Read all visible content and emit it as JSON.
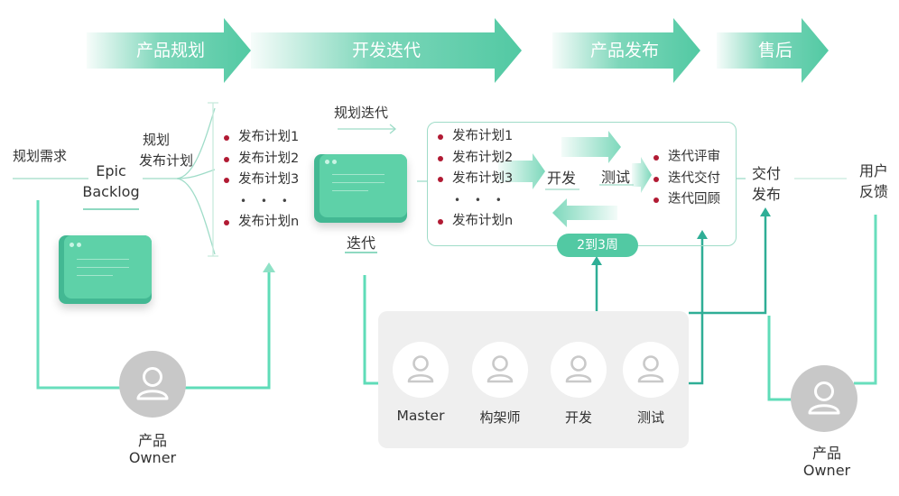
{
  "stages": [
    "产品规划",
    "开发迭代",
    "产品发布",
    "售后"
  ],
  "left": {
    "planning_requirement": "规划需求",
    "epic_line1": "Epic",
    "epic_line2": "Backlog",
    "planning_line1": "规划",
    "planning_line2": "发布计划"
  },
  "release_plans": [
    "发布计划1",
    "发布计划2",
    "发布计划3",
    "• • •",
    "发布计划n"
  ],
  "iteration_planning_label": "规划迭代",
  "iteration_label": "迭代",
  "inner_plans": [
    "发布计划1",
    "发布计划2",
    "发布计划3",
    "• • •",
    "发布计划n"
  ],
  "develop_label": "开发",
  "test_label": "测试",
  "review_items": [
    "迭代评审",
    "迭代交付",
    "迭代回顾"
  ],
  "duration_label": "2到3周",
  "delivery": {
    "line1": "交付",
    "line2": "发布"
  },
  "feedback": {
    "line1": "用户",
    "line2": "反馈"
  },
  "product_owner": {
    "line1": "产品",
    "line2": "Owner"
  },
  "team": [
    "Master",
    "构架师",
    "开发",
    "测试"
  ],
  "colors": {
    "accent": "#52c9a3",
    "accent_light": "#d9f3ea",
    "line": "#4ed8b0",
    "bullet": "#b11a33",
    "panel": "#efefef"
  },
  "icons": [
    "person-icon",
    "kanban-board-icon",
    "arrow-icon"
  ]
}
